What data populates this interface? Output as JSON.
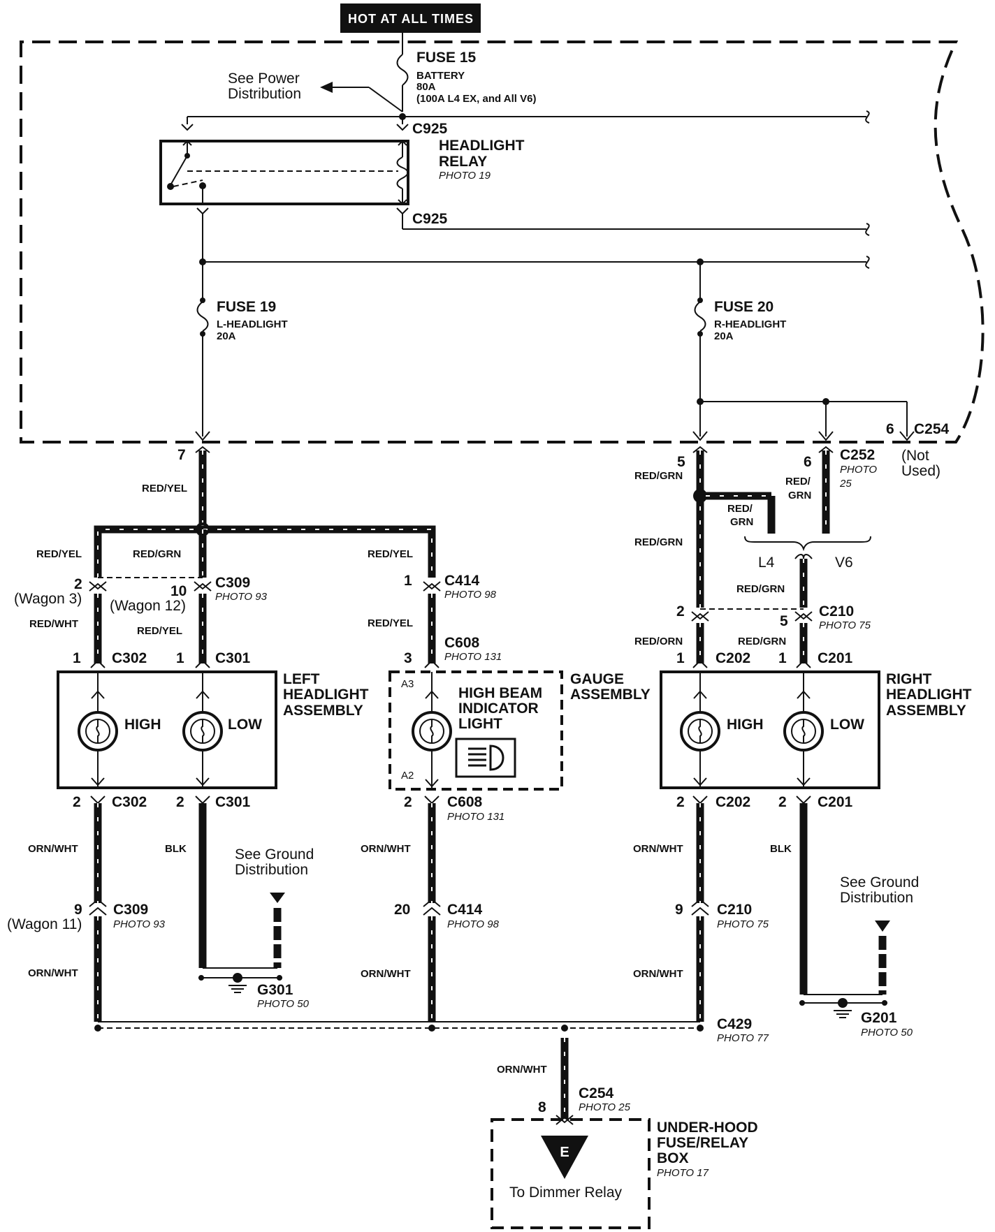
{
  "header": {
    "hot": "HOT AT ALL TIMES"
  },
  "fuse15": {
    "name": "FUSE 15",
    "line1": "BATTERY",
    "line2": "80A",
    "line3": "(100A L4 EX, and All V6)"
  },
  "power_ref": {
    "line1": "See Power",
    "line2": "Distribution"
  },
  "relay": {
    "connector_top": "C925",
    "connector_bottom": "C925",
    "name1": "HEADLIGHT",
    "name2": "RELAY",
    "photo": "PHOTO 19"
  },
  "fuse19": {
    "name": "FUSE 19",
    "line1": "L-HEADLIGHT",
    "line2": "20A"
  },
  "fuse20": {
    "name": "FUSE 20",
    "line1": "R-HEADLIGHT",
    "line2": "20A"
  },
  "c254_top": {
    "pin": "6",
    "name": "C254",
    "note1": "(Not",
    "note2": "Used)"
  },
  "c252": {
    "pin": "6",
    "name": "C252",
    "photo1": "PHOTO",
    "photo2": "25"
  },
  "pins": {
    "p7": "7",
    "p5": "5"
  },
  "wires": {
    "red_yel": "RED/YEL",
    "red_grn": "RED/GRN",
    "red_wht": "RED/WHT",
    "red_orn": "RED/ORN",
    "orn_wht": "ORN/WHT",
    "blk": "BLK",
    "red_slash": "RED/",
    "grn": "GRN"
  },
  "variants": {
    "l4": "L4",
    "v6": "V6"
  },
  "left": {
    "c309_pin_a": "2",
    "c309_wagon_a": "(Wagon 3)",
    "c309_pin_b": "10",
    "c309_wagon_b": "(Wagon 12)",
    "c309": "C309",
    "c309_photo": "PHOTO 93",
    "c302_top_pin": "1",
    "c302": "C302",
    "c301_top_pin": "1",
    "c301": "C301",
    "name1": "LEFT",
    "name2": "HEADLIGHT",
    "name3": "ASSEMBLY",
    "high": "HIGH",
    "low": "LOW",
    "c302_bot_pin": "2",
    "c301_bot_pin": "2",
    "c309b_pin": "9",
    "c309b_wagon": "(Wagon 11)",
    "c309b": "C309",
    "c309b_photo": "PHOTO 93",
    "gnd_ref1": "See Ground",
    "gnd_ref2": "Distribution",
    "g301": "G301",
    "g301_photo": "PHOTO 50"
  },
  "middle": {
    "c414_pin": "1",
    "c414": "C414",
    "c414_photo": "PHOTO 98",
    "c608_pin": "3",
    "c608": "C608",
    "c608_photo": "PHOTO 131",
    "a3": "A3",
    "a2": "A2",
    "name1": "HIGH BEAM",
    "name2": "INDICATOR",
    "name3": "LIGHT",
    "gauge1": "GAUGE",
    "gauge2": "ASSEMBLY",
    "c608b_pin": "2",
    "c608b": "C608",
    "c608b_photo": "PHOTO 131",
    "c414b_pin": "20",
    "c414b": "C414",
    "c414b_photo": "PHOTO 98"
  },
  "right": {
    "c210_pin_a": "2",
    "c210_pin_b": "5",
    "c210": "C210",
    "c210_photo": "PHOTO 75",
    "c202_top_pin": "1",
    "c202": "C202",
    "c201_top_pin": "1",
    "c201": "C201",
    "name1": "RIGHT",
    "name2": "HEADLIGHT",
    "name3": "ASSEMBLY",
    "high": "HIGH",
    "low": "LOW",
    "c202_bot_pin": "2",
    "c201_bot_pin": "2",
    "c210b_pin": "9",
    "c210b": "C210",
    "c210b_photo": "PHOTO 75",
    "gnd_ref1": "See Ground",
    "gnd_ref2": "Distribution",
    "g201": "G201",
    "g201_photo": "PHOTO 50"
  },
  "bottom": {
    "c429": "C429",
    "c429_photo": "PHOTO 77",
    "c254_pin": "8",
    "c254": "C254",
    "c254_photo": "PHOTO 25",
    "box1": "UNDER-HOOD",
    "box2": "FUSE/RELAY",
    "box3": "BOX",
    "box_photo": "PHOTO 17",
    "e_label": "E",
    "dimmer": "To Dimmer Relay"
  }
}
